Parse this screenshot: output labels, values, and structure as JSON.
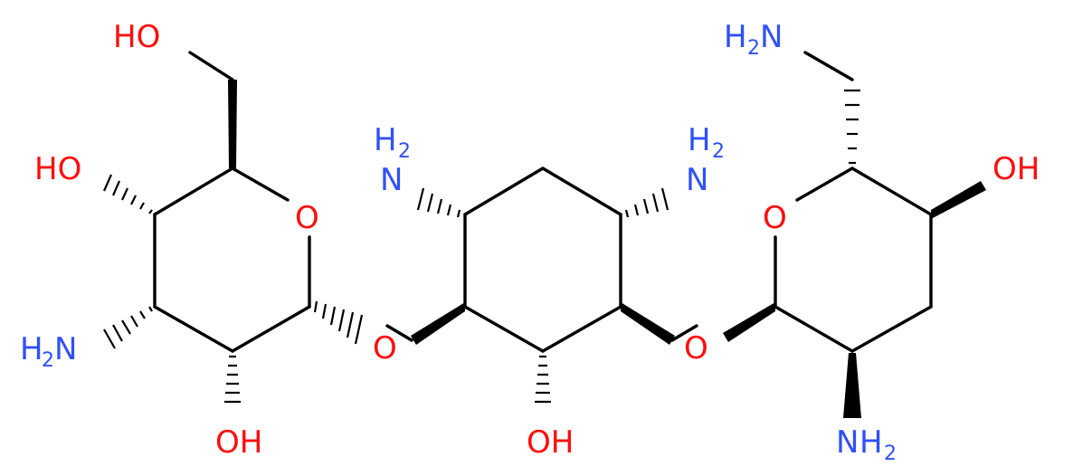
{
  "molecule": {
    "labels": {
      "ho_top": "HO",
      "ho_left": "HO",
      "ring_o_left": "O",
      "nh_left": "H",
      "nh_left_n": "N",
      "nh_left_sub": "2",
      "oh_left_bottom": "OH",
      "o_link_left": "O",
      "nh_center_left_h": "H",
      "nh_center_left_sub": "2",
      "nh_center_left_n": "N",
      "nh_center_right_h": "H",
      "nh_center_right_sub": "2",
      "nh_center_right_n": "N",
      "oh_center_bottom": "OH",
      "o_link_right": "O",
      "ring_o_right": "O",
      "nh_top_right_h": "H",
      "nh_top_right_sub": "2",
      "nh_top_right_n": "N",
      "oh_right": "OH",
      "nh_bottom_right_n": "N",
      "nh_bottom_right_h": "H",
      "nh_bottom_right_sub": "2"
    },
    "colors": {
      "oxygen": "#ff0d0d",
      "nitrogen": "#3050f8",
      "bond": "#000000"
    }
  }
}
